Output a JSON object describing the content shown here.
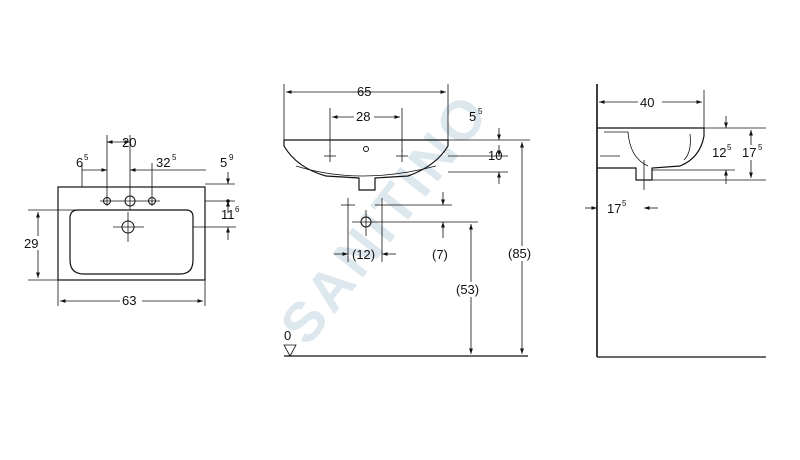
{
  "watermark": "SANITINO",
  "top_view": {
    "spacing_center": "20",
    "left_hole_offset": {
      "main": "6",
      "sup": "5"
    },
    "right_hole_offset": {
      "main": "32",
      "sup": "5"
    },
    "back_offset": {
      "main": "5",
      "sup": "9"
    },
    "drain_depth": {
      "main": "11",
      "sup": "6"
    },
    "depth": "29",
    "width": "63"
  },
  "front_view": {
    "overall_width": "65",
    "tap_spacing": "28",
    "top_offset": {
      "main": "5",
      "sup": "5"
    },
    "rim_height": "10",
    "connection_spacing": "(12)",
    "connection_offset": "(7)",
    "connection_height": "(53)",
    "mount_height": "(85)",
    "floor_level": "0"
  },
  "side_view": {
    "projection": "40",
    "bowl_depth": {
      "main": "12",
      "sup": "5"
    },
    "overall_height": {
      "main": "17",
      "sup": "5"
    },
    "drain_offset": {
      "main": "17",
      "sup": "5"
    }
  }
}
